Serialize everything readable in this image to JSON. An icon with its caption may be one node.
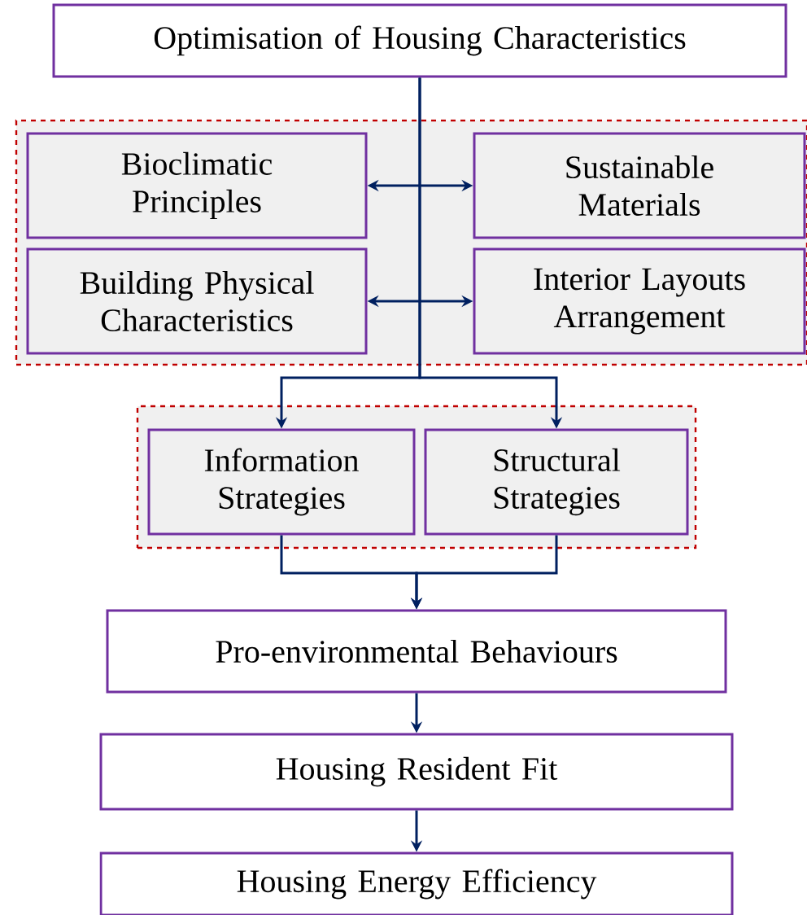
{
  "diagram": {
    "nodes": [
      {
        "text": [
          "Optimisation of Housing Characteristics"
        ]
      },
      {
        "text": [],
        "shape": "box"
      },
      {
        "text": [
          "Bioclimatic Principles"
        ],
        "in": 1
      },
      {
        "text": [
          "Sustainable Materials"
        ],
        "in": 1
      },
      {
        "text": [
          "Building Physical Characteristics"
        ],
        "in": 1
      },
      {
        "text": [
          "Interior Layouts Arrangement"
        ],
        "in": 1
      },
      {
        "text": [],
        "shape": "box"
      },
      {
        "text": [
          "Information Strategies"
        ],
        "in": 6
      },
      {
        "text": [
          "Structural Strategies"
        ],
        "in": 6
      },
      {
        "text": [
          "Pro-environmental Behaviours"
        ]
      },
      {
        "text": [
          "Housing Resident Fit"
        ]
      },
      {
        "text": [
          "Housing Energy Efficiency"
        ]
      }
    ],
    "edges": [
      {
        "from": 2,
        "to": 3,
        "arrow": "both"
      },
      {
        "from": 4,
        "to": 5,
        "arrow": "both"
      },
      {
        "from": 0,
        "to": 7,
        "arrow": "to"
      },
      {
        "from": 0,
        "to": 8,
        "arrow": "to"
      },
      {
        "from": 7,
        "to": 9,
        "arrow": "to"
      },
      {
        "from": 8,
        "to": 9,
        "arrow": "to"
      },
      {
        "from": 9,
        "to": 10,
        "arrow": "to"
      },
      {
        "from": 10,
        "to": 11,
        "arrow": "to"
      }
    ]
  }
}
